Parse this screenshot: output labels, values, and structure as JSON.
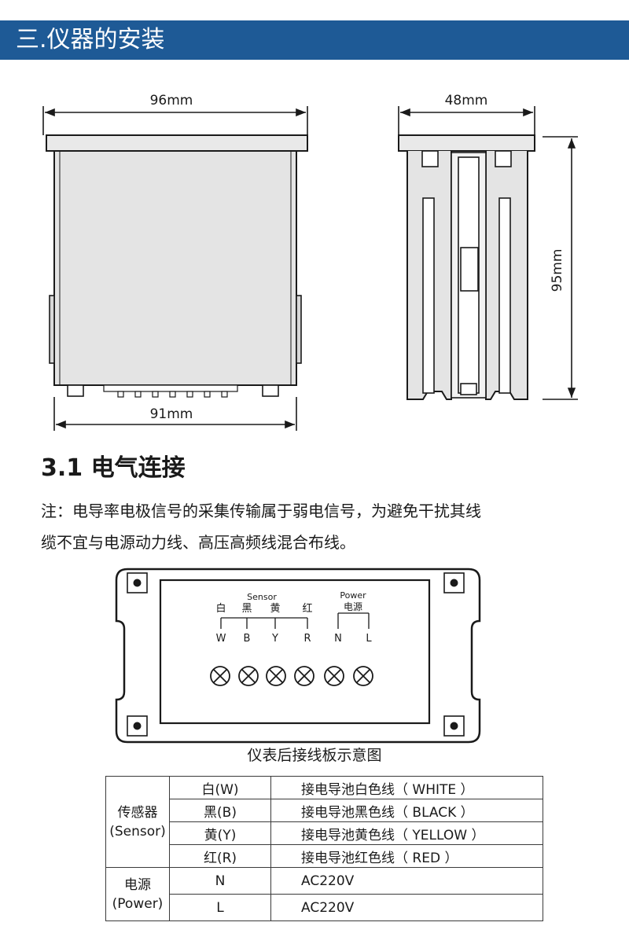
{
  "header": {
    "title": "三.仪器的安装"
  },
  "dimensions": {
    "front_width": "96mm",
    "side_width": "48mm",
    "side_height": "95mm",
    "body_width": "91mm"
  },
  "section": {
    "title": "3.1 电气连接",
    "note_line1": "注：电导率电极信号的采集传输属于弱电信号，为避免干扰其线",
    "note_line2": "缆不宜与电源动力线、高压高频线混合布线。"
  },
  "terminal_board": {
    "sensor_label": "Sensor",
    "power_label": "Power",
    "power_cn": "电源",
    "sensor_colors_cn": [
      "白",
      "黑",
      "黄",
      "红"
    ],
    "terminals": [
      "W",
      "B",
      "Y",
      "R",
      "N",
      "L"
    ],
    "caption": "仪表后接线板示意图"
  },
  "wiring_table": {
    "sensor_group": {
      "name": "传感器",
      "name_en": "(Sensor)"
    },
    "power_group": {
      "name": "电源",
      "name_en": "(Power)"
    },
    "rows": [
      {
        "code": "白(W)",
        "desc": "接电导池白色线（ WHITE ）"
      },
      {
        "code": "黑(B)",
        "desc": "接电导池黑色线（ BLACK ）"
      },
      {
        "code": "黄(Y)",
        "desc": "接电导池黄色线（ YELLOW ）"
      },
      {
        "code": "红(R)",
        "desc": "接电导池红色线（ RED ）"
      },
      {
        "code": "N",
        "desc": "AC220V"
      },
      {
        "code": "L",
        "desc": "AC220V"
      }
    ]
  },
  "colors": {
    "header_bg": "#1e5a96",
    "line": "#1a1a1a",
    "body_fill": "#e9e9e9"
  }
}
